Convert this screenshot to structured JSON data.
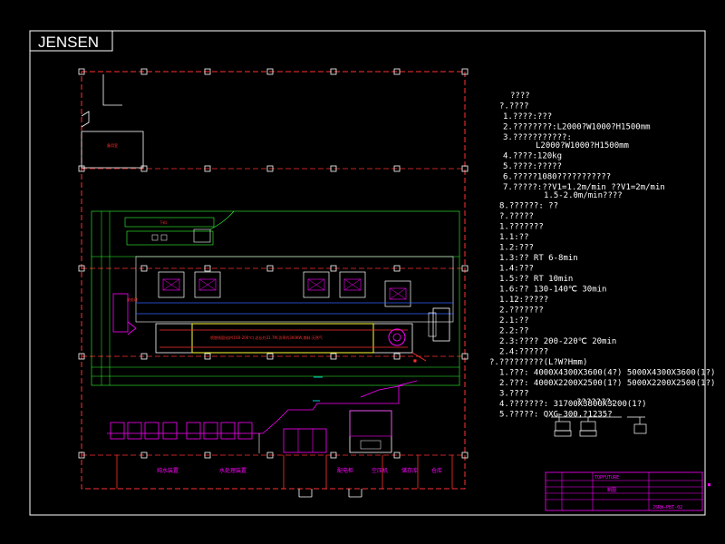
{
  "drawing": {
    "logo": "JENSEN",
    "title_block": {
      "drawing_no": "JSRW-PBT-02",
      "left_label_1": "TOPFUTURE",
      "left_label_2": "制图"
    }
  },
  "notes": [
    "????",
    "?.????",
    "1.????:???",
    "2.????????:L2000?W1000?H1500mm",
    "3.???????????:",
    "L2000?W1000?H1500mm",
    "4.????:120kg",
    "5.????:?????",
    "6.?????1080???????????",
    "7.?????:??V1=1.2m/min  ??V1=2m/min",
    "1.5-2.0m/min????",
    "8.??????: ??",
    "?.?????",
    "1.???????",
    "1.1:??",
    "1.2:???",
    "1.3:??      RT    6-8min",
    "1.4:???",
    "1.5:??            RT       10min",
    "1.6:??      130-140℃ 30min",
    "1.12:?????",
    "2.???????",
    "2.1:??",
    "2.2:??",
    "2.3:????  200-220℃ 20min",
    "2.4:??????",
    "?.?????????(L?W?Hmm)",
    "1.???: 4000X4300X3600(4?)    5000X4300X3600(1?)",
    "2.???: 4000X2200X2500(1?)    5000X2200X2500(1?)",
    "3.????",
    "4.???????: 31700X3800X3200(1?)",
    "5.?????: QXG-300,?1235?"
  ],
  "detail_title": "???????:",
  "plan_labels": {
    "room_top_left": "备用室",
    "bottom_rooms": [
      "纯水装置",
      "水处理装置",
      "配电柜",
      "空压机",
      "储存库",
      "仓库"
    ],
    "oven_banner": "喷塑线固化炉(160-200℃),总长约31.7M,功率约300KW,燃料:天然气",
    "pretreat_label": "前处理",
    "legend_top": "下料"
  }
}
